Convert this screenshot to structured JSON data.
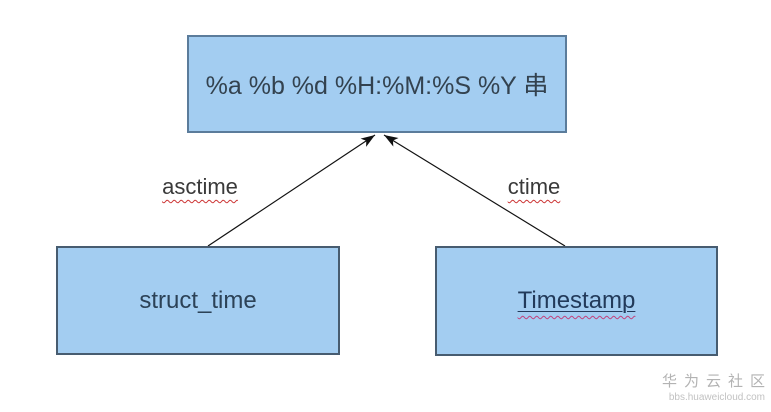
{
  "diagram": {
    "top_node": {
      "label": "%a %b %d %H:%M:%S %Y 串"
    },
    "left_node": {
      "label": "struct_time"
    },
    "right_node": {
      "label": "Timestamp"
    },
    "left_edge": {
      "label": "asctime"
    },
    "right_edge": {
      "label": "ctime"
    }
  },
  "watermark": {
    "brand": "华为云社区",
    "url": "bbs.huaweicloud.com"
  },
  "colors": {
    "node_fill": "#a3cdf1",
    "top_node_border": "#5b7c9b",
    "bottom_node_border": "#475c70",
    "node_text": "#2c4257",
    "edge_label_text": "#3a3a3a",
    "arrow": "#111111",
    "spellcheck_red": "#cc3333",
    "spellcheck_magenta": "#c2417b",
    "watermark_gray": "#b3b3b3",
    "background": "#ffffff"
  }
}
